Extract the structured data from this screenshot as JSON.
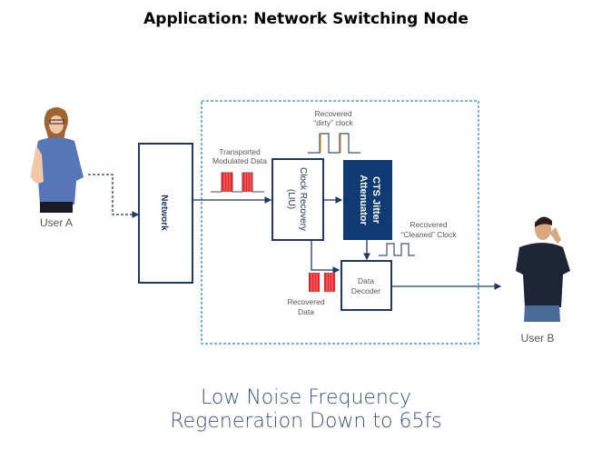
{
  "title": "Application: Network Switching Node",
  "tagline": {
    "line1": "Low Noise Frequency",
    "line2": "Regeneration Down to 65fs"
  },
  "users": {
    "a": {
      "label": "User A"
    },
    "b": {
      "label": "User B"
    }
  },
  "blocks": {
    "network": "Network",
    "clock_recovery_line1": "Clock Recovery",
    "clock_recovery_line2": "(LIU)",
    "jitter_line1": "CTS Jitter",
    "jitter_line2": "Attenuator",
    "decoder_line1": "Data",
    "decoder_line2": "Decoder"
  },
  "signals": {
    "transported_line1": "Transported",
    "transported_line2": "Modulated Data",
    "dirty_line1": "Recovered",
    "dirty_line2": "“dirty” clock",
    "cleaned_line1": "Recovered",
    "cleaned_line2": "“Cleaned” Clock",
    "recovered_data_line1": "Recovered",
    "recovered_data_line2": "Data"
  },
  "colors": {
    "navy": "#1f3864",
    "jitter_fill": "#0f3a74",
    "dashed_border": "#4a9ad4",
    "data_red": "#e8262a",
    "dirty_orange": "#d9932a",
    "tagline": "#3b5275"
  }
}
